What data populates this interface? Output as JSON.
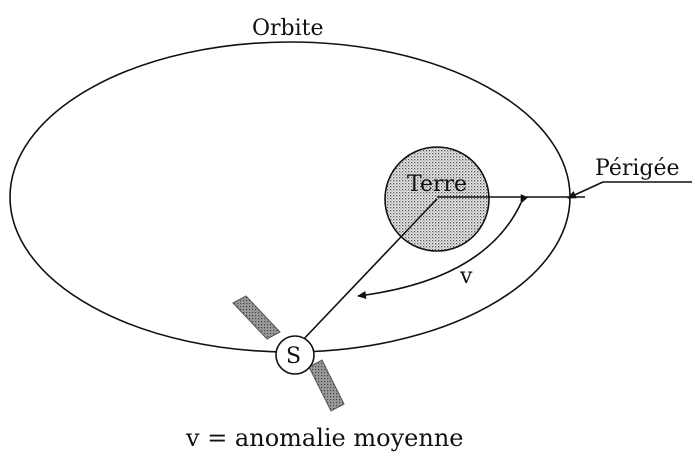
{
  "diagram": {
    "orbit_label": "Orbite",
    "earth_label": "Terre",
    "perigee_label": "Périgée",
    "angle_label": "v",
    "satellite_label": "S",
    "caption": "v = anomalie moyenne"
  }
}
